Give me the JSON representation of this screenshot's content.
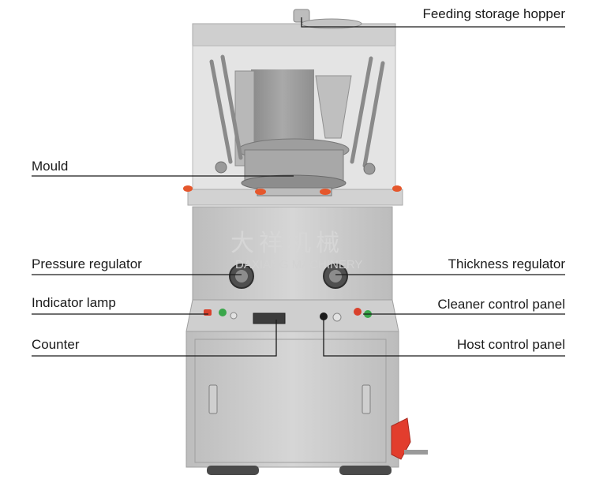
{
  "labels": {
    "feeding_storage_hopper": "Feeding storage hopper",
    "mould": "Mould",
    "pressure_regulator": "Pressure regulator",
    "thickness_regulator": "Thickness regulator",
    "indicator_lamp": "Indicator lamp",
    "cleaner_control_panel": "Cleaner control panel",
    "counter": "Counter",
    "host_control_panel": "Host control panel"
  },
  "watermark": {
    "chinese": "大祥机械",
    "english": "DAXIANG MACHINERY"
  },
  "colors": {
    "machine_body": "#c9c9c9",
    "machine_shade": "#b4b4b4",
    "leader_line": "#1a1a1a",
    "lamp_red": "#d9412c",
    "lamp_green": "#3aa64a",
    "valve_red": "#e23d2d"
  }
}
